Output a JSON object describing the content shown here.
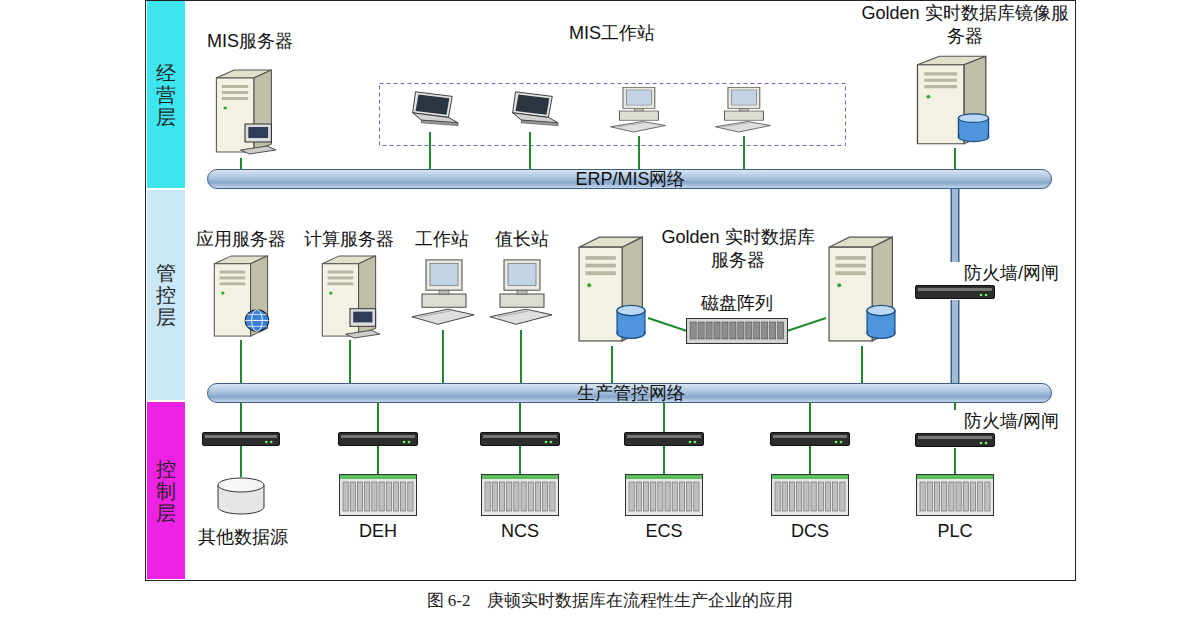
{
  "diagram": {
    "caption": "图 6-2　庚顿实时数据库在流程性生产企业的应用",
    "nodes": [
      {
        "text": [
          "经营层"
        ]
      },
      {
        "text": [
          "管控层"
        ]
      },
      {
        "text": [
          "控制层"
        ]
      },
      {
        "text": [
          "MIS服务器"
        ]
      },
      {
        "text": [
          "MIS工作站"
        ]
      },
      {
        "text": [
          "Golden 实时数据库镜像服务器"
        ]
      },
      {
        "text": [
          "ERP/MIS网络"
        ]
      },
      {
        "text": [
          "应用服务器"
        ]
      },
      {
        "text": [
          "计算服务器"
        ]
      },
      {
        "text": [
          "工作站"
        ]
      },
      {
        "text": [
          "值长站"
        ]
      },
      {
        "text": [
          "Golden 实时数据库服务器"
        ]
      },
      {
        "text": [
          "磁盘阵列"
        ],
        "in": 11
      },
      {
        "text": [
          "防火墙/网闸"
        ]
      },
      {
        "text": [
          "生产管控网络"
        ]
      },
      {
        "text": [
          "其他数据源"
        ]
      },
      {
        "text": [
          "DEH"
        ]
      },
      {
        "text": [
          "NCS"
        ]
      },
      {
        "text": [
          "ECS"
        ]
      },
      {
        "text": [
          "DCS"
        ]
      },
      {
        "text": [
          "防火墙/网闸"
        ]
      },
      {
        "text": [
          "PLC"
        ]
      }
    ],
    "edges": [
      {
        "from": 3,
        "to": 6,
        "arrow": "none"
      },
      {
        "from": 4,
        "to": 6,
        "arrow": "none"
      },
      {
        "from": 4,
        "to": 6,
        "arrow": "none"
      },
      {
        "from": 4,
        "to": 6,
        "arrow": "none"
      },
      {
        "from": 4,
        "to": 6,
        "arrow": "none"
      },
      {
        "from": 5,
        "to": 6,
        "arrow": "none"
      },
      {
        "from": 7,
        "to": 14,
        "arrow": "none"
      },
      {
        "from": 8,
        "to": 14,
        "arrow": "none"
      },
      {
        "from": 9,
        "to": 14,
        "arrow": "none"
      },
      {
        "from": 10,
        "to": 14,
        "arrow": "none"
      },
      {
        "from": 11,
        "to": 14,
        "arrow": "none"
      },
      {
        "from": 11,
        "to": 14,
        "arrow": "none"
      },
      {
        "from": 6,
        "to": 13,
        "arrow": "none"
      },
      {
        "from": 13,
        "to": 14,
        "arrow": "none"
      },
      {
        "from": 14,
        "to": 15,
        "arrow": "none"
      },
      {
        "from": 14,
        "to": 16,
        "arrow": "none"
      },
      {
        "from": 14,
        "to": 17,
        "arrow": "none"
      },
      {
        "from": 14,
        "to": 18,
        "arrow": "none"
      },
      {
        "from": 14,
        "to": 19,
        "arrow": "none"
      },
      {
        "from": 14,
        "to": 20,
        "arrow": "none"
      },
      {
        "from": 20,
        "to": 21,
        "arrow": "none"
      }
    ]
  }
}
